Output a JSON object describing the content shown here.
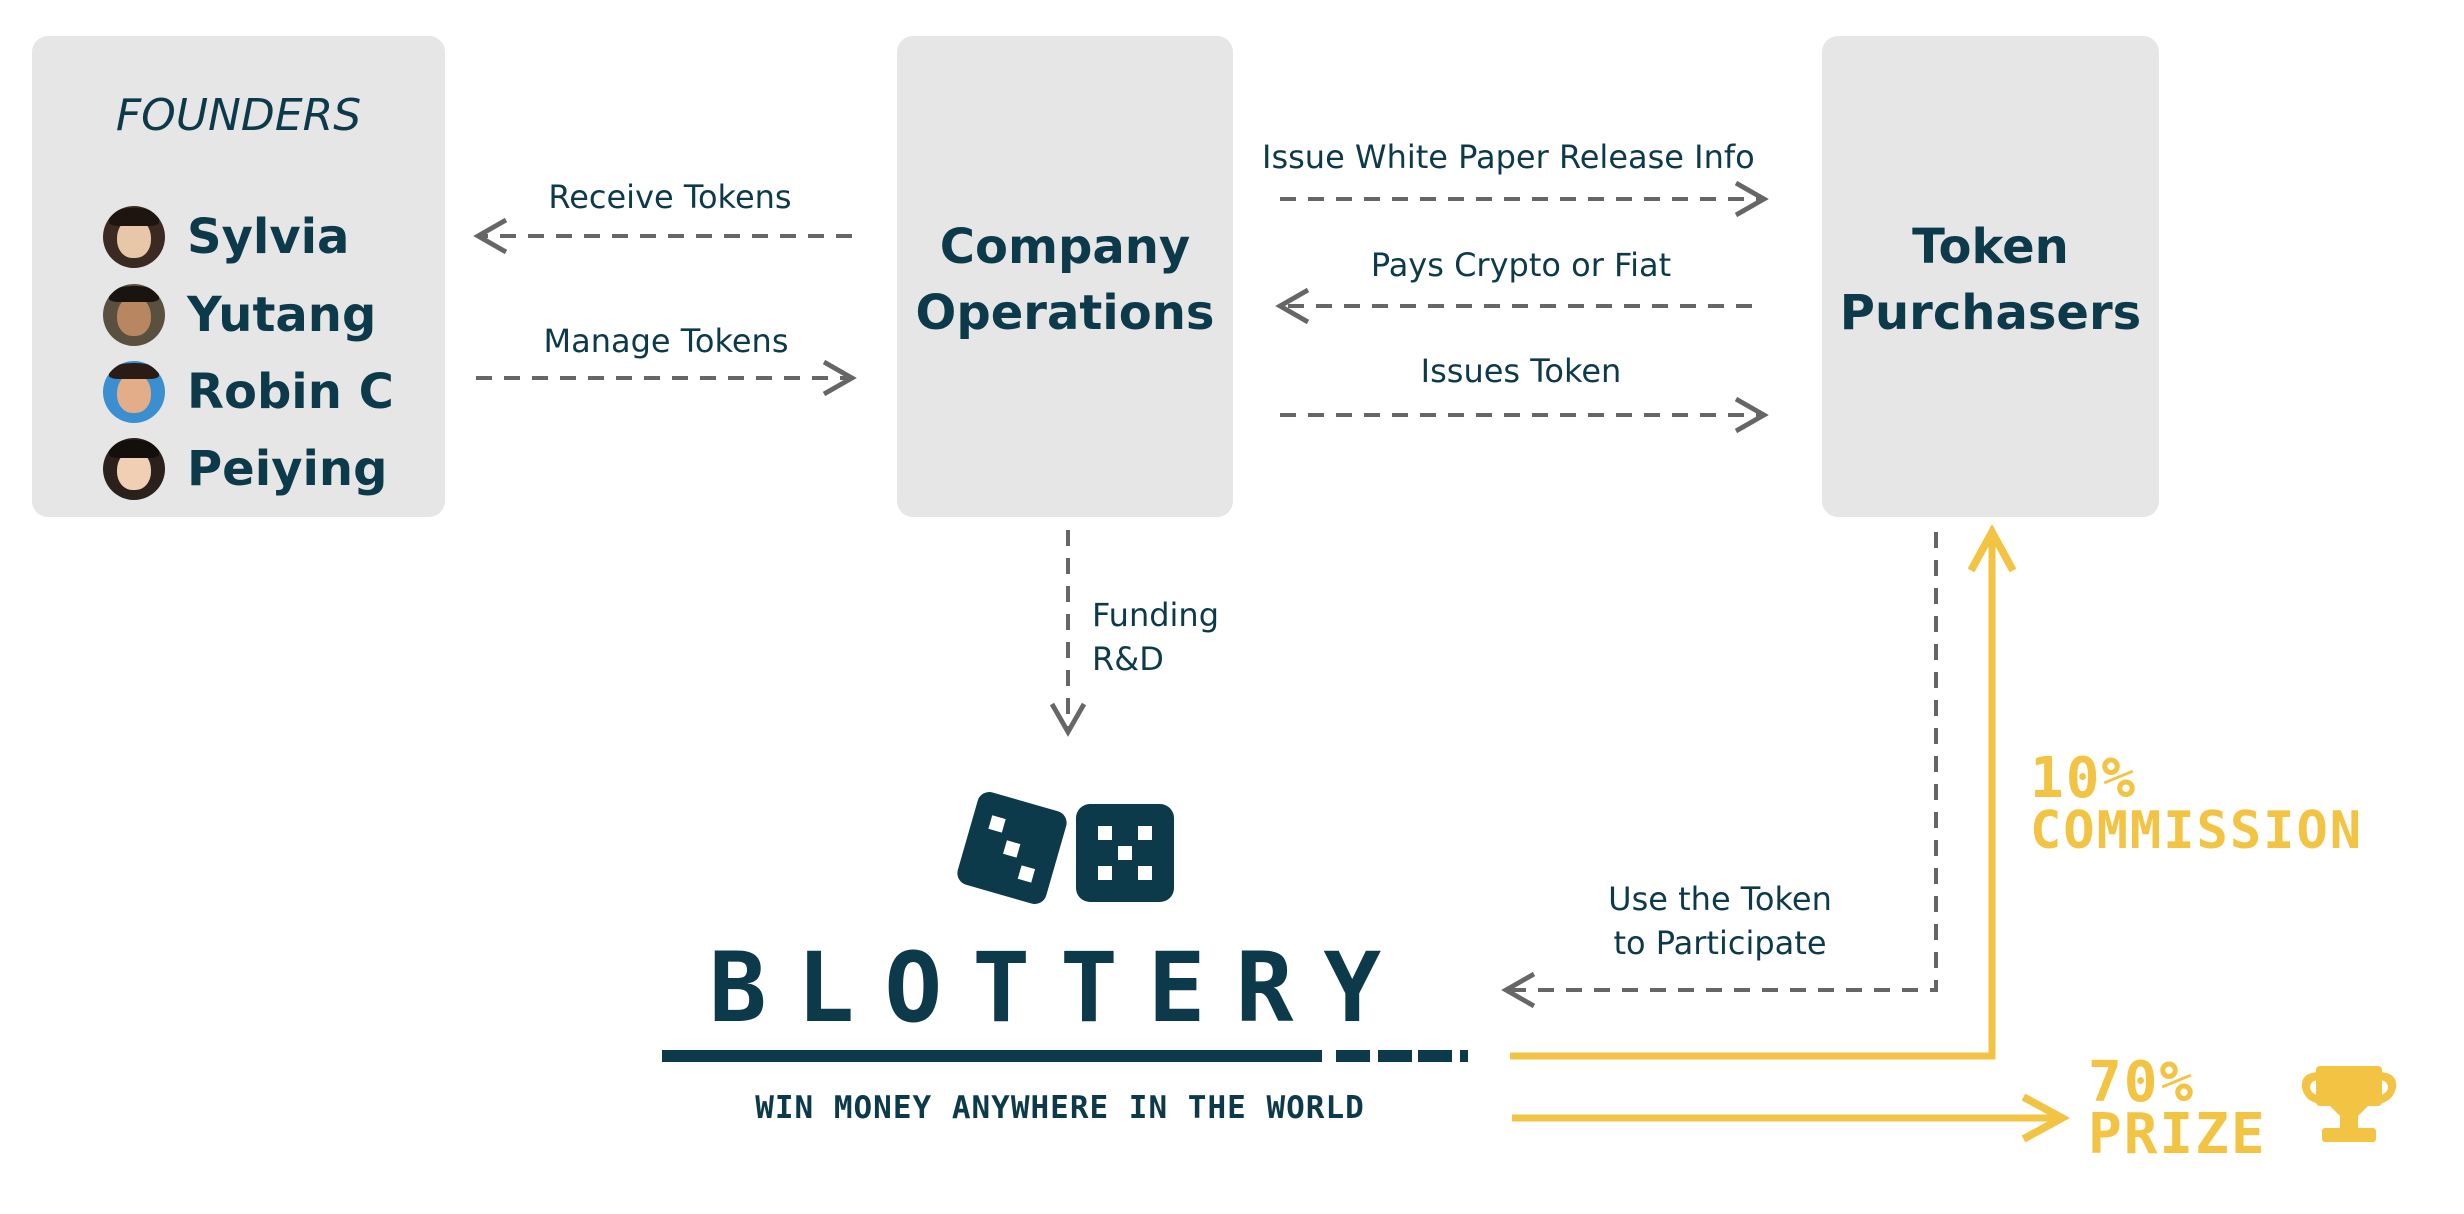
{
  "founders": {
    "title": "FOUNDERS",
    "members": [
      {
        "name": "Sylvia",
        "avatar": "founder-avatar-photo"
      },
      {
        "name": "Yutang",
        "avatar": "founder-avatar-photo"
      },
      {
        "name": "Robin C",
        "avatar": "founder-avatar-photo"
      },
      {
        "name": "Peiying",
        "avatar": "founder-avatar-photo"
      }
    ]
  },
  "company": {
    "line1": "Company",
    "line2": "Operations"
  },
  "purchasers": {
    "line1": "Token",
    "line2": "Purchasers"
  },
  "flows": {
    "receive_tokens": "Receive  Tokens",
    "manage_tokens": "Manage  Tokens",
    "issue_white_paper": "Issue White Paper Release Info",
    "pays_crypto": "Pays Crypto or Fiat",
    "issues_token": "Issues Token",
    "funding_line1": "Funding",
    "funding_line2": "R&D",
    "use_token_line1": "Use the Token",
    "use_token_line2": "to Participate"
  },
  "payouts": {
    "commission_pct": "10%",
    "commission_label": "COMMISSION",
    "prize_pct": "70%",
    "prize_label": "PRIZE",
    "trophy_icon": "trophy-icon"
  },
  "logo": {
    "name": "BLOTTERY",
    "tagline": "WIN MONEY ANYWHERE IN THE WORLD",
    "icon": "dice-icon"
  },
  "colors": {
    "box_bg": "#e6e6e6",
    "text": "#0d3a4a",
    "dashed_arrow": "#666666",
    "gold": "#f3c443"
  }
}
